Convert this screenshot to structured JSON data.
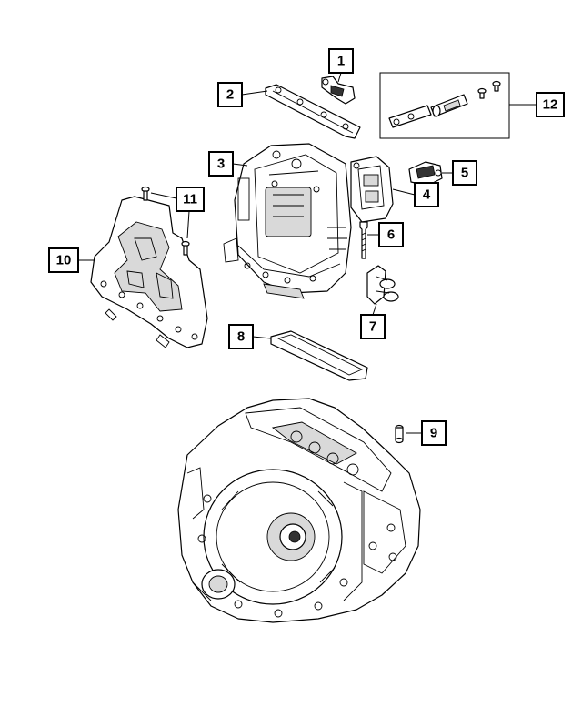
{
  "callouts": [
    {
      "label": "1"
    },
    {
      "label": "2"
    },
    {
      "label": "3"
    },
    {
      "label": "4"
    },
    {
      "label": "5"
    },
    {
      "label": "6"
    },
    {
      "label": "7"
    },
    {
      "label": "8"
    },
    {
      "label": "9"
    },
    {
      "label": "10"
    },
    {
      "label": "11"
    },
    {
      "label": "12"
    }
  ],
  "colors": {
    "line": "#000000",
    "background": "#ffffff",
    "shade": "#d9d9d9"
  }
}
